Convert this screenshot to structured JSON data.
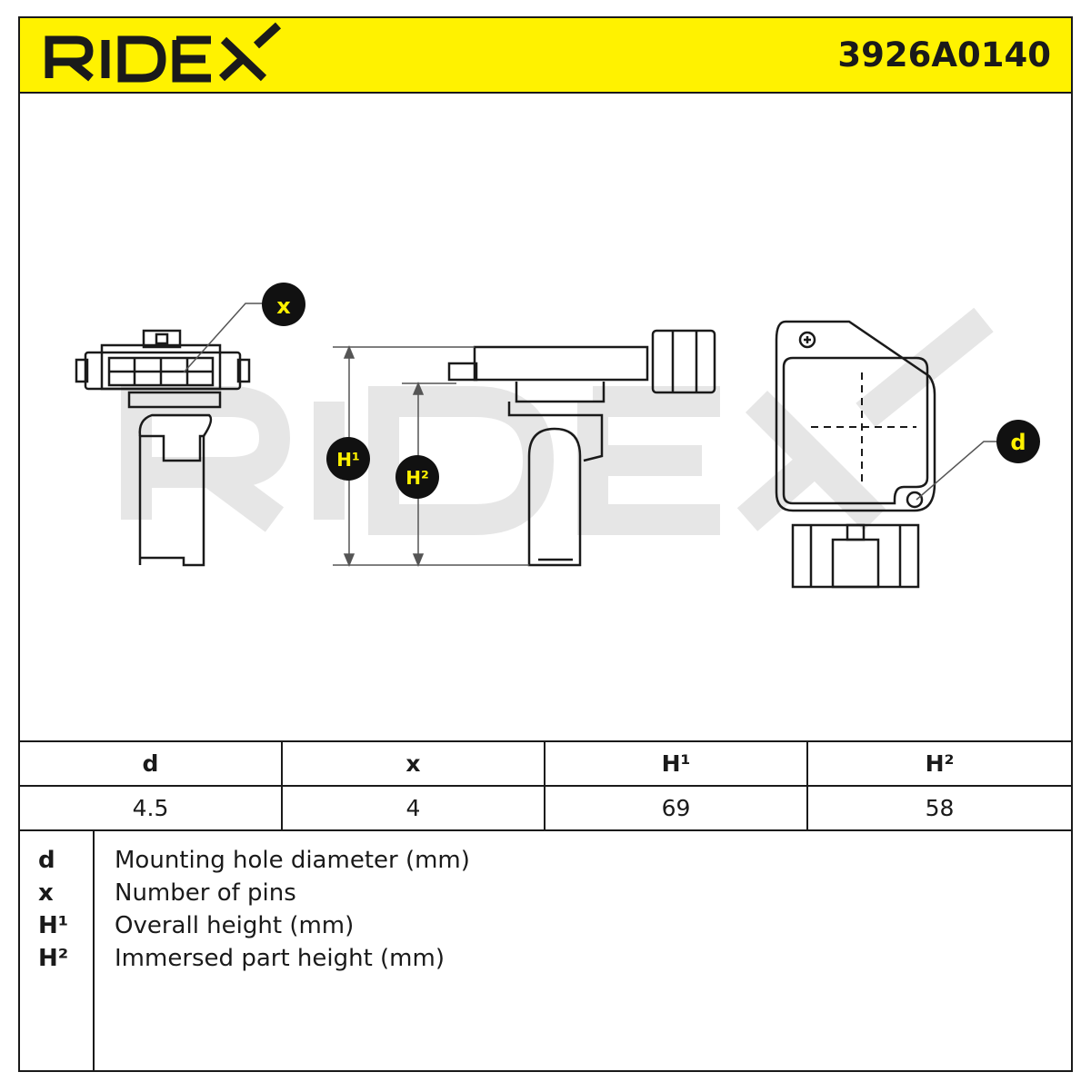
{
  "header": {
    "brand": "RIDEX",
    "part_number": "3926A0140"
  },
  "drawing": {
    "watermark": "RIDEX",
    "callouts": {
      "pins": "x",
      "hole": "d",
      "overall_height": "H¹",
      "immersed_height": "H²"
    }
  },
  "spec_table": {
    "headers": [
      "d",
      "x",
      "H¹",
      "H²"
    ],
    "values": [
      "4.5",
      "4",
      "69",
      "58"
    ]
  },
  "legend": [
    {
      "key": "d",
      "text": "Mounting hole diameter (mm)"
    },
    {
      "key": "x",
      "text": "Number of pins"
    },
    {
      "key": "H¹",
      "text": "Overall height (mm)"
    },
    {
      "key": "H²",
      "text": "Immersed part height (mm)"
    }
  ],
  "colors": {
    "header_bg": "#fff200",
    "line": "#1a1a1a",
    "watermark": "#e6e6e6"
  }
}
